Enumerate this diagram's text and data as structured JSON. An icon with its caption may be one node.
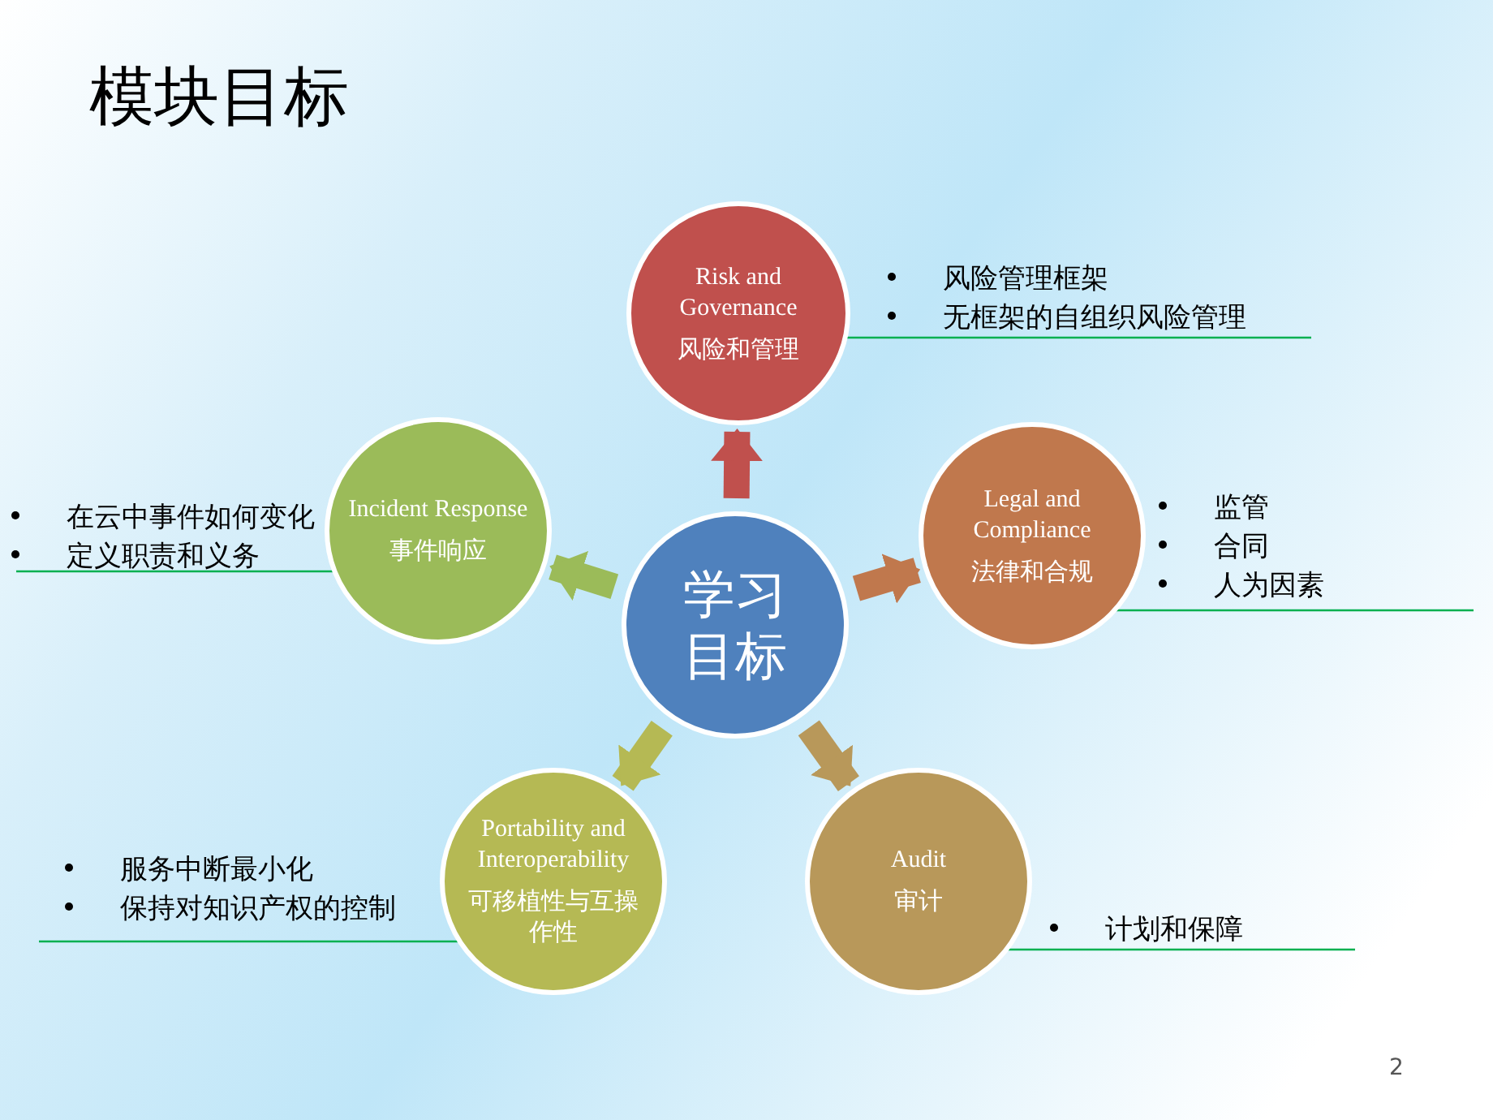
{
  "diagram": {
    "title": "模块目标",
    "nodes": [
      {
        "text": [
          "学习目标"
        ]
      },
      {
        "text": [
          "Risk and Governance",
          "风险和管理"
        ],
        "beside": [
          "风险管理框架",
          "无框架的自组织风险管理"
        ]
      },
      {
        "text": [
          "Legal and Compliance",
          "法律和合规"
        ],
        "beside": [
          "监管",
          "合同",
          "人为因素"
        ]
      },
      {
        "text": [
          "Audit",
          "审计"
        ],
        "beside": [
          "计划和保障"
        ]
      },
      {
        "text": [
          "Portability and Interoperability",
          "可移植性与互操作性"
        ],
        "beside": [
          "服务中断最小化",
          "保持对知识产权的控制"
        ]
      },
      {
        "text": [
          "Incident Response",
          "事件响应"
        ],
        "beside": [
          "在云中事件如何变化",
          "定义职责和义务"
        ]
      }
    ],
    "edges": [
      {
        "from": 0,
        "to": 1,
        "arrow": "to",
        "color": "#c0504d"
      },
      {
        "from": 0,
        "to": 2,
        "arrow": "to",
        "color": "#c0784d"
      },
      {
        "from": 0,
        "to": 3,
        "arrow": "to",
        "color": "#b8985a"
      },
      {
        "from": 0,
        "to": 4,
        "arrow": "to",
        "color": "#b5b954"
      },
      {
        "from": 0,
        "to": 5,
        "arrow": "to",
        "color": "#9bbb59"
      }
    ],
    "labels": [
      "2"
    ]
  }
}
